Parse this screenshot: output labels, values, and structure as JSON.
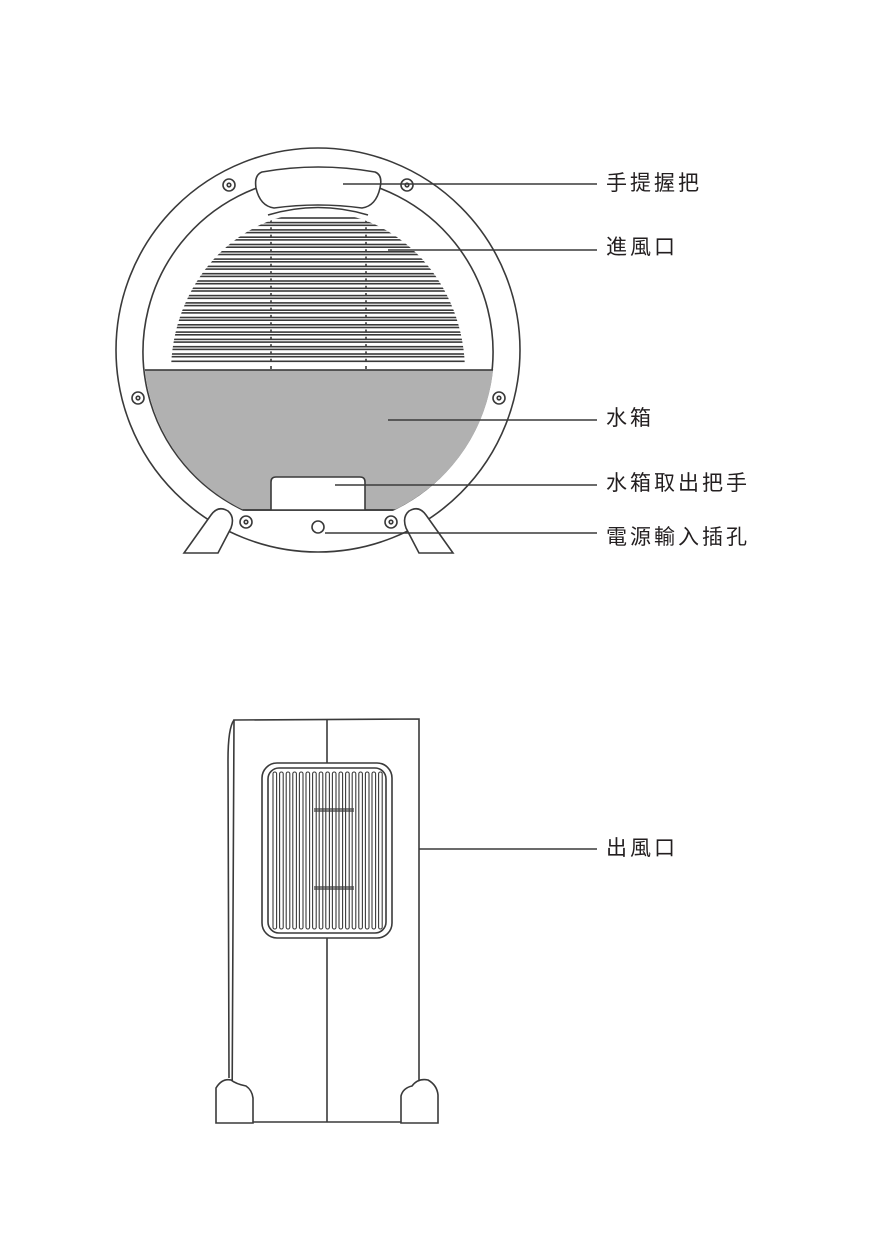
{
  "colors": {
    "stroke": "#3a3a3a",
    "tank": "#b1b1b1",
    "background": "#ffffff"
  },
  "front_view": {
    "labels": {
      "handle": "手提握把",
      "air_inlet": "進風口",
      "water_tank": "水箱",
      "tank_handle": "水箱取出把手",
      "power_socket": "電源輸入插孔"
    }
  },
  "side_view": {
    "labels": {
      "air_outlet": "出風口"
    }
  }
}
